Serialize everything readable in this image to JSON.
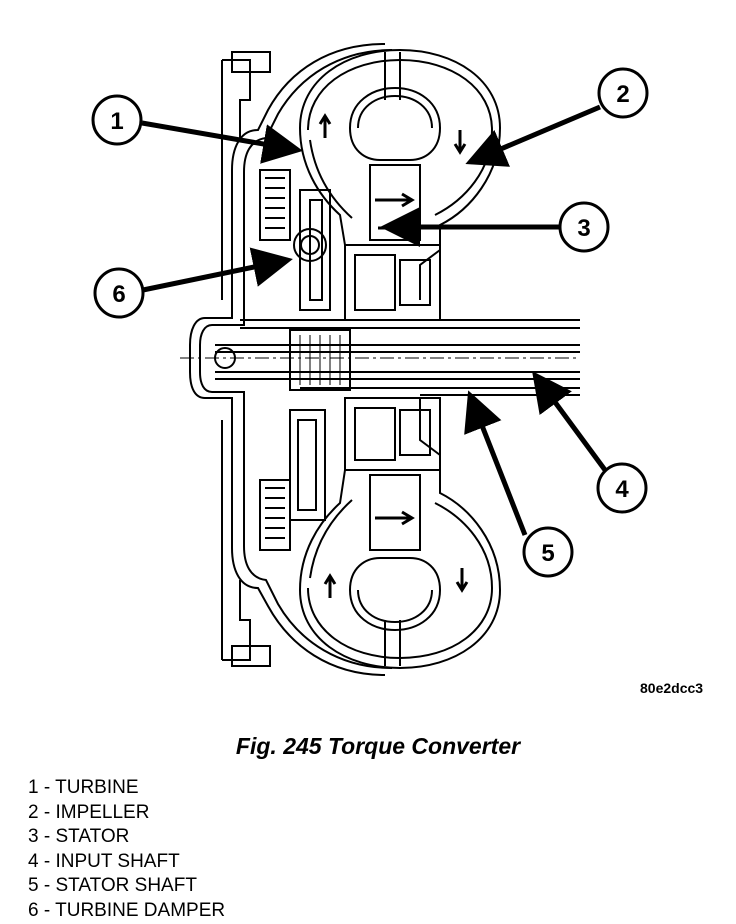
{
  "figure": {
    "code": "80e2dcc3",
    "caption": "Fig. 245 Torque Converter",
    "callouts": [
      "1",
      "2",
      "3",
      "4",
      "5",
      "6"
    ]
  },
  "legend": [
    {
      "num": "1",
      "sep": " - ",
      "name": "TURBINE"
    },
    {
      "num": "2",
      "sep": " - ",
      "name": "IMPELLER"
    },
    {
      "num": "3",
      "sep": " - ",
      "name": "STATOR"
    },
    {
      "num": "4",
      "sep": " - ",
      "name": "INPUT SHAFT"
    },
    {
      "num": "5",
      "sep": " - ",
      "name": "STATOR SHAFT"
    },
    {
      "num": "6",
      "sep": " - ",
      "name": "TURBINE DAMPER"
    }
  ]
}
